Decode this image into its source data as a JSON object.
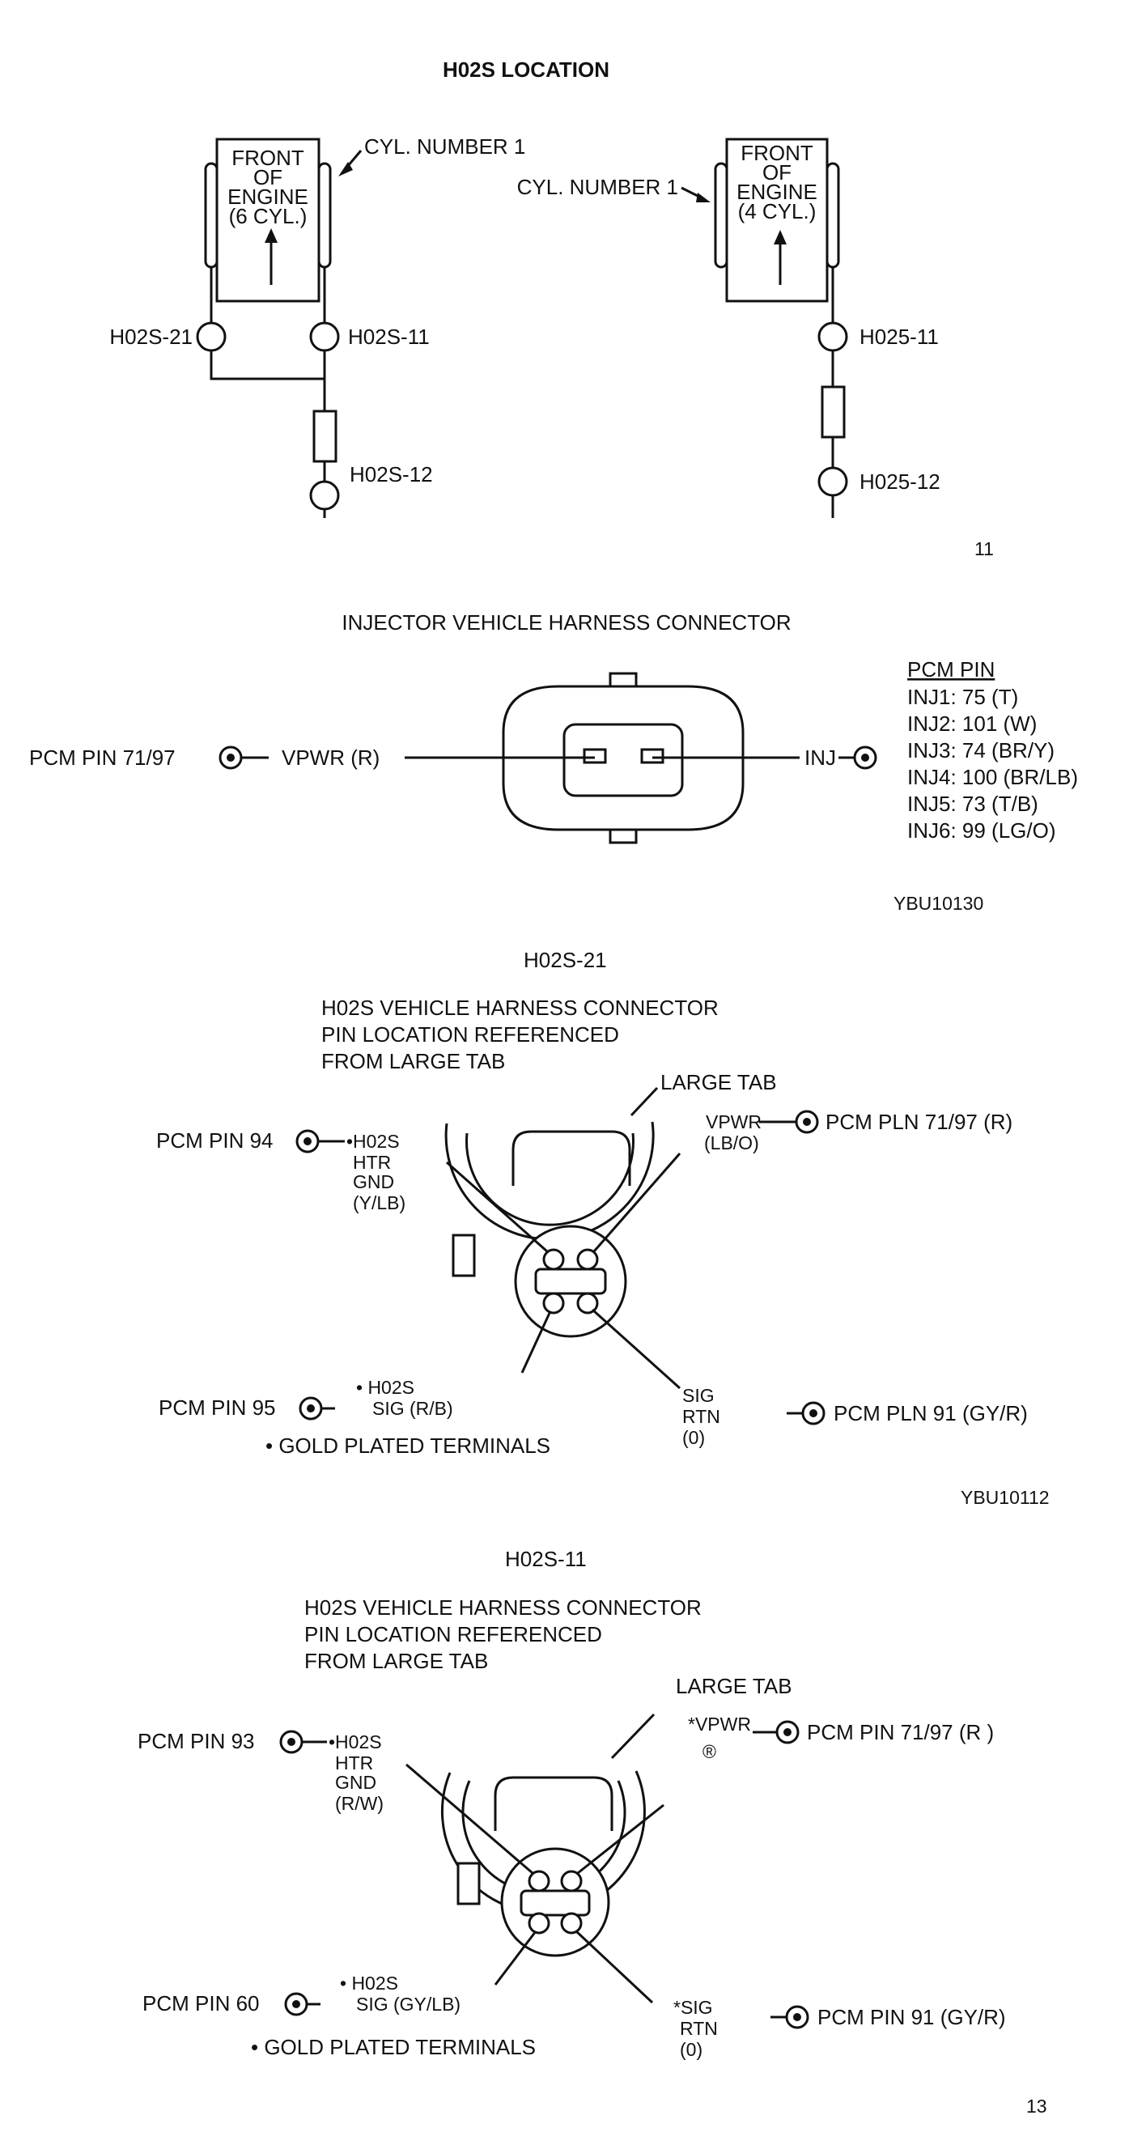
{
  "h02s_location": {
    "title": "H02S LOCATION",
    "left_engine": {
      "front_lines": [
        "FRONT",
        "OF",
        "ENGINE",
        "(6 CYL.)"
      ],
      "cyl_label": "CYL. NUMBER 1",
      "sensor_21": "H02S-21",
      "sensor_11": "H02S-11",
      "sensor_12": "H02S-12"
    },
    "right_engine": {
      "front_lines": [
        "FRONT",
        "OF",
        "ENGINE",
        "(4 CYL.)"
      ],
      "cyl_label": "CYL. NUMBER 1",
      "sensor_11": "H025-11",
      "sensor_12": "H025-12"
    },
    "ref": "11"
  },
  "injector": {
    "title": "INJECTOR VEHICLE HARNESS CONNECTOR",
    "left_pin": "PCM PIN 71/97",
    "left_wire": "VPWR (R)",
    "right_wire": "INJ",
    "pin_table_title": "PCM PIN",
    "pin_table": [
      "INJ1: 75 (T)",
      "INJ2: 101 (W)",
      "INJ3: 74 (BR/Y)",
      "INJ4: 100 (BR/LB)",
      "INJ5: 73 (T/B)",
      "INJ6: 99 (LG/O)"
    ],
    "ref": "YBU10130"
  },
  "h02s_21": {
    "title": "H02S-21",
    "desc": [
      "H02S VEHICLE HARNESS CONNECTOR",
      "PIN LOCATION REFERENCED",
      "FROM LARGE TAB"
    ],
    "large_tab": "LARGE TAB",
    "pcm_tl": "PCM PIN 94",
    "lbl_tl": [
      "•H02S",
      "HTR",
      "GND",
      "(Y/LB)"
    ],
    "lbl_tr": [
      "VPWR",
      "(LB/O)"
    ],
    "pcm_tr": "PCM PLN 71/97 (R)",
    "pcm_bl": "PCM PIN 95",
    "lbl_bl": [
      "• H02S",
      "SIG (R/B)"
    ],
    "lbl_br": [
      "SIG",
      "RTN",
      "(0)"
    ],
    "pcm_br": "PCM PLN 91 (GY/R)",
    "gold": "• GOLD PLATED TERMINALS",
    "ref": "YBU10112"
  },
  "h02s_11": {
    "title": "H02S-11",
    "desc": [
      "H02S VEHICLE HARNESS CONNECTOR",
      "PIN LOCATION REFERENCED",
      "FROM LARGE TAB"
    ],
    "large_tab": "LARGE TAB",
    "pcm_tl": "PCM PIN 93",
    "lbl_tl": [
      "•H02S",
      "HTR",
      "GND",
      "(R/W)"
    ],
    "lbl_tr": [
      "*VPWR",
      "®"
    ],
    "pcm_tr": "PCM PIN 71/97 (R )",
    "pcm_bl": "PCM PIN 60",
    "lbl_bl": [
      "• H02S",
      "SIG (GY/LB)"
    ],
    "lbl_br": [
      "*SIG",
      "RTN",
      "(0)"
    ],
    "pcm_br": "PCM PIN 91 (GY/R)",
    "gold": "• GOLD PLATED TERMINALS",
    "ref": "13"
  }
}
